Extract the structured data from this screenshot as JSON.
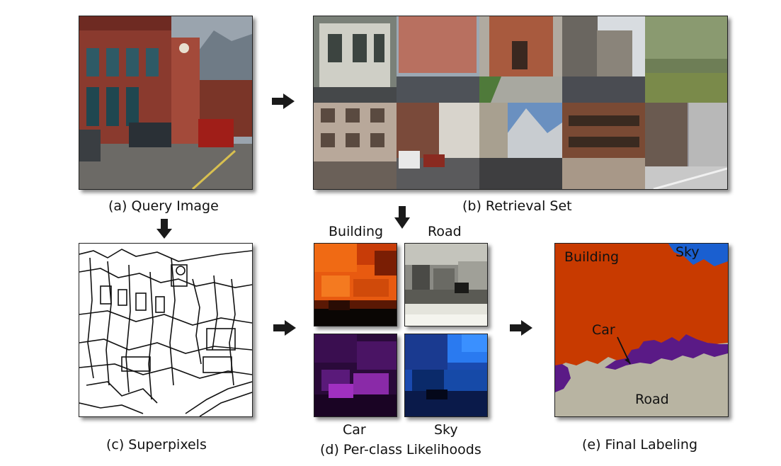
{
  "captions": {
    "query": "(a) Query Image",
    "retrieval": "(b) Retrieval Set",
    "superpixels": "(c) Superpixels",
    "likelihoods": "(d) Per-class Likelihoods",
    "final": "(e) Final Labeling"
  },
  "likelihood_labels": {
    "building": "Building",
    "road": "Road",
    "car": "Car",
    "sky": "Sky"
  },
  "final_labels": {
    "building": "Building",
    "sky": "Sky",
    "car": "Car",
    "road": "Road"
  },
  "colors": {
    "building": "#c83a00",
    "sky": "#1a5fd0",
    "car": "#5a1a86",
    "road": "#b8b4a2"
  }
}
